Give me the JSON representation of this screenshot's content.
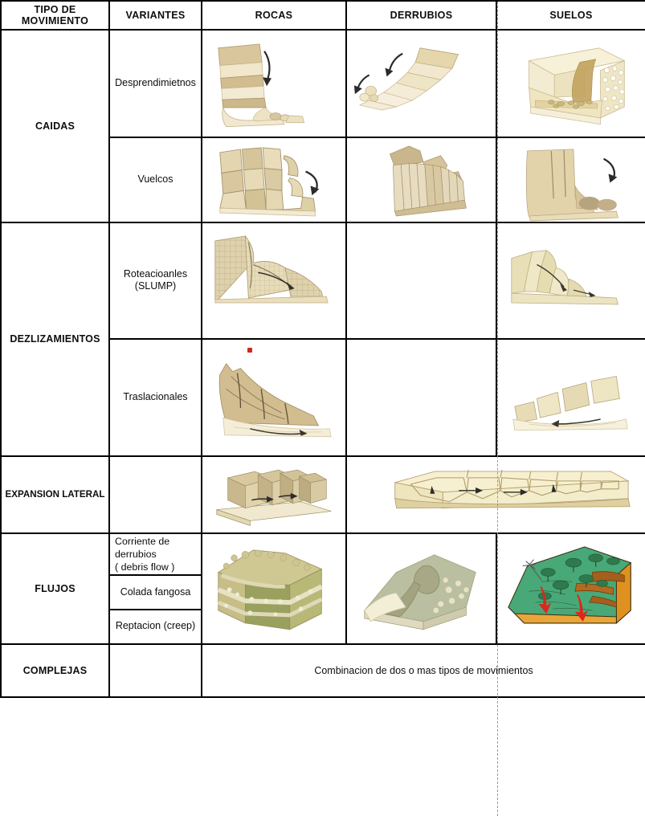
{
  "header": {
    "col_tipo_line1": "TIPO DE",
    "col_tipo_line2": "MOVIMIENTO",
    "col_variantes": "VARIANTES",
    "col_rocas": "ROCAS",
    "col_derrubios": "DERRUBIOS",
    "col_suelos": "SUELOS"
  },
  "rows": {
    "caidas": {
      "label": "CAIDAS",
      "variants": [
        {
          "label": "Desprendimietnos"
        },
        {
          "label": "Vuelcos"
        }
      ]
    },
    "deslizamientos": {
      "label": "DEZLIZAMIENTOS",
      "variants": [
        {
          "label_line1": "Roteacioanles",
          "label_line2": "(SLUMP)"
        },
        {
          "label": "Traslacionales"
        }
      ]
    },
    "expansion": {
      "label": "EXPANSION LATERAL",
      "variant": ""
    },
    "flujos": {
      "label": "FLUJOS",
      "variants": [
        {
          "line1": "Corriente de",
          "line2": "derrubios",
          "line3": "( debris flow )"
        },
        {
          "label": "Colada fangosa"
        },
        {
          "label": "Reptacion (creep)"
        }
      ]
    },
    "complejas": {
      "label": "COMPLEJAS",
      "variant": "",
      "content": "Combinacion de dos o mas tipos de movimientos"
    }
  },
  "illustrations": {
    "caidas_rocas": "rockfall-cliff-diagram",
    "caidas_derrubios": "debris-fall-slope-diagram",
    "caidas_suelos": "soil-fall-block-diagram",
    "vuelcos_rocas": "rock-topple-blocks-diagram",
    "vuelcos_derrubios": "debris-topple-columns-diagram",
    "vuelcos_suelos": "soil-topple-diagram",
    "rotacional_rocas": "rotational-rockslide-diagram",
    "rotacional_suelos": "rotational-soil-slump-diagram",
    "traslacional_rocas": "translational-rockslide-diagram",
    "traslacional_suelos": "translational-soil-slide-diagram",
    "expansion_rocas": "lateral-spread-rock-blocks-diagram",
    "expansion_derrubios": "lateral-spread-soil-diagram",
    "flujo_rocas": "debris-flow-block-diagram",
    "flujo_derrubios": "mudflow-block-diagram",
    "flujo_suelos": "creep-vegetated-slope-diagram",
    "marker_dot": "red-dot-marker"
  },
  "colors": {
    "border": "#000000",
    "text": "#0d0d0d",
    "background": "#ffffff",
    "rock_light": "#e8dcba",
    "rock_mid": "#d7c49a",
    "rock_dark": "#b9a478",
    "sand_pale": "#f2ead2",
    "olive": "#a8ac72",
    "green_grass": "#4aa877",
    "orange_soil": "#e2941f",
    "red_arrow": "#d9281c",
    "dot_marker": "#cf2a1b",
    "dash_guide": "#9a9a9a"
  }
}
